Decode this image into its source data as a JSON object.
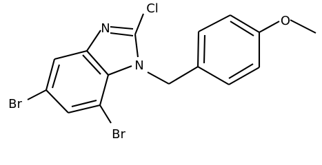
{
  "molecule": {
    "atoms": {
      "n3": "N",
      "cl": "Cl",
      "n1": "N",
      "o": "O",
      "br5": "Br",
      "br7": "Br"
    }
  },
  "colors": {
    "bond": "#000000",
    "text": "#000000",
    "background": "#ffffff"
  }
}
